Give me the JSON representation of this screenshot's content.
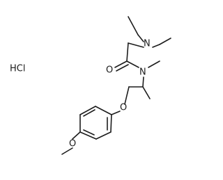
{
  "molecule": {
    "atoms": {
      "amine_n": "N",
      "amide_n": "N",
      "carbonyl_o": "O",
      "ether_o": "O",
      "methoxy_o": "O"
    },
    "salt": "HCl"
  }
}
